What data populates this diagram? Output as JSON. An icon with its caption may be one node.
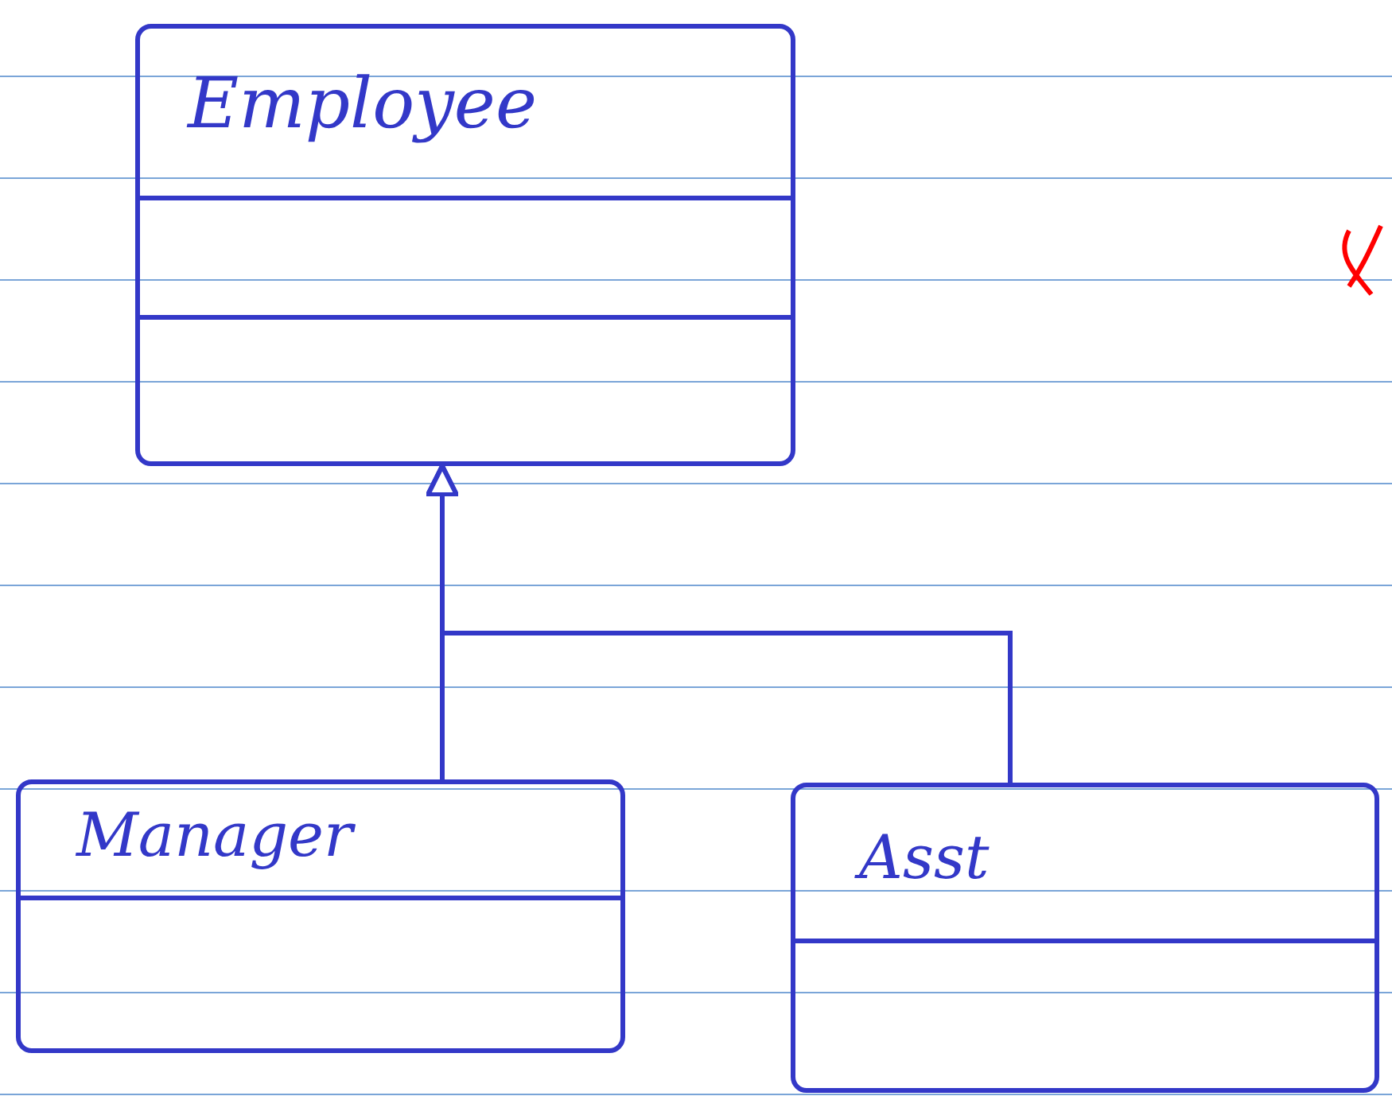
{
  "diagram": {
    "nodes": [
      {
        "text": [
          "Employee"
        ]
      },
      {
        "text": [
          "Manager"
        ]
      },
      {
        "text": [
          "Asst"
        ]
      }
    ],
    "edges": [
      {
        "from": 1,
        "to": 0,
        "arrow": "to"
      },
      {
        "from": 2,
        "to": 0,
        "arrow": "to"
      }
    ]
  }
}
